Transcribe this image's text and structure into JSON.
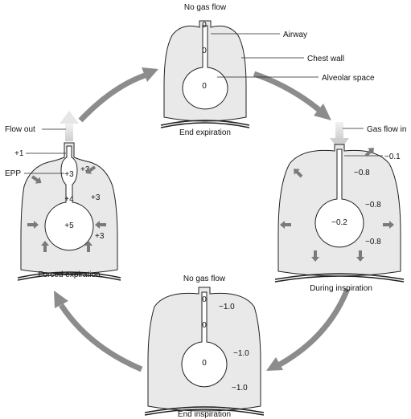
{
  "end_expiration": {
    "header": "No gas flow",
    "caption": "End expiration",
    "airway_values": [
      "0",
      "0"
    ],
    "alveolar_value": "0",
    "labels": {
      "airway": "Airway",
      "chest_wall": "Chest wall",
      "alveolar_space": "Alveolar space"
    }
  },
  "during_inspiration": {
    "flow_label": "Gas flow in",
    "caption": "During inspiration",
    "airway_value": "−0.1",
    "pleural_values": [
      "−0.8",
      "−0.8",
      "−0.8"
    ],
    "alveolar_value": "−0.2"
  },
  "end_inspiration": {
    "header": "No gas flow",
    "caption": "End inspiration",
    "airway_values": [
      "0",
      "0"
    ],
    "alveolar_value": "0",
    "pleural_values": [
      "−1.0",
      "−1.0",
      "−1.0"
    ]
  },
  "forced_expiration": {
    "flow_label": "Flow out",
    "caption": "Forced expiration",
    "epp_label": "EPP",
    "airway_values": [
      "+1",
      "+3",
      "+4"
    ],
    "alveolar_value": "+5",
    "pleural_values": [
      "+3",
      "+3",
      "+3"
    ]
  },
  "colors": {
    "cycle_arrow": "#8c8c8c",
    "lung_fill": "#e9e9e9",
    "flow_arrow": "#d9d9d9"
  }
}
